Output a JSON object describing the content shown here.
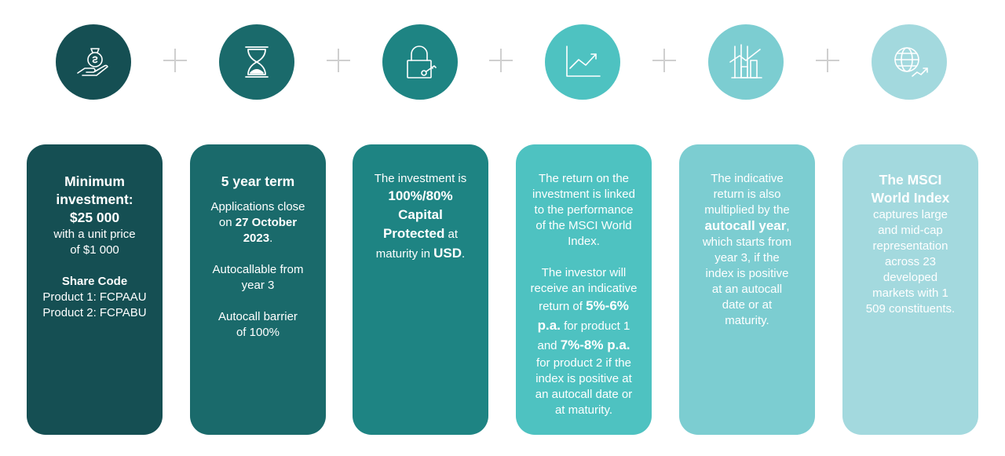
{
  "colors": {
    "c1": "#154f53",
    "c2": "#1a6a6b",
    "c3": "#1e8483",
    "c4": "#4ec2c1",
    "c5": "#7ccdd1",
    "c6": "#a3d9de"
  },
  "icons": [
    "money-bag-hand-icon",
    "hourglass-icon",
    "padlock-key-icon",
    "line-chart-up-icon",
    "bar-chart-growth-icon",
    "globe-growth-icon"
  ],
  "cards": {
    "c1": {
      "title1": "Minimum",
      "title2": "investment:",
      "amount": "$25 000",
      "l1": "with a unit price",
      "l2": "of $1 000",
      "code_title": "Share Code",
      "p1": "Product 1: FCPAAU",
      "p2": "Product 2: FCPABU"
    },
    "c2": {
      "title": "5 year term",
      "a1": "Applications close",
      "a2": "on ",
      "a2b": "27 October",
      "a3b": "2023",
      "a3": ".",
      "b1": "Autocallable from",
      "b2": "year 3",
      "c1": "Autocall barrier",
      "c2": "of 100%"
    },
    "c3": {
      "l1": "The investment is",
      "l2": "100%/80%",
      "l3": "Capital",
      "l4b": "Protected",
      "l4": " at",
      "l5": "maturity in ",
      "l5b": "USD",
      "l5e": "."
    },
    "c4": {
      "p1": [
        "The return on the",
        "investment is linked",
        "to the performance",
        "of the MSCI World",
        "Index."
      ],
      "q1": "The investor will",
      "q2": "receive an indicative",
      "q3": "return of ",
      "q3b": "5%-6%",
      "q4b": "p.a.",
      "q4": " for product 1",
      "q5": "and ",
      "q5b": "7%-8% p.a.",
      "q6": "for product 2 if the",
      "q7": "index is positive at",
      "q8": "an autocall date or",
      "q9": "at maturity."
    },
    "c5": {
      "l1": "The indicative",
      "l2": "return is also",
      "l3": "multiplied by the",
      "l4b": "autocall year",
      "l4": ",",
      "l5": "which starts from",
      "l6": "year 3, if the",
      "l7": "index is positive",
      "l8": "at an autocall",
      "l9": "date or at",
      "l10": "maturity."
    },
    "c6": {
      "t1": "The MSCI",
      "t2": "World Index",
      "lines": [
        "captures large",
        "and mid-cap",
        "representation",
        "across 23",
        "developed",
        "markets with 1",
        "509 constituents."
      ]
    }
  }
}
